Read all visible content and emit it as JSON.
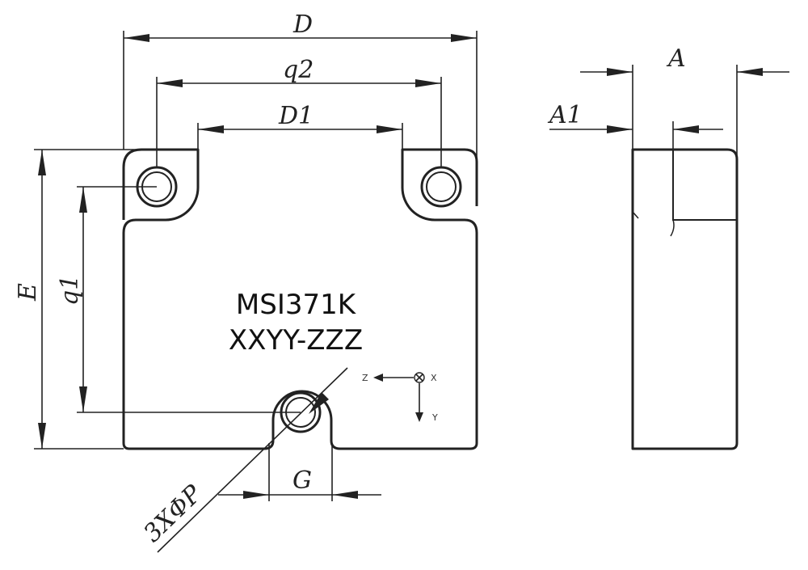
{
  "dimensions": {
    "D": "D",
    "q2": "q2",
    "D1": "D1",
    "E": "E",
    "q1": "q1",
    "A": "A",
    "A1": "A1",
    "G": "G",
    "hole_callout": "3XΦP"
  },
  "marking": {
    "part_number": "MSI371K",
    "lot_code": "XXYY-ZZZ"
  },
  "axes": {
    "z": "Z",
    "x": "X",
    "y": "Y"
  }
}
